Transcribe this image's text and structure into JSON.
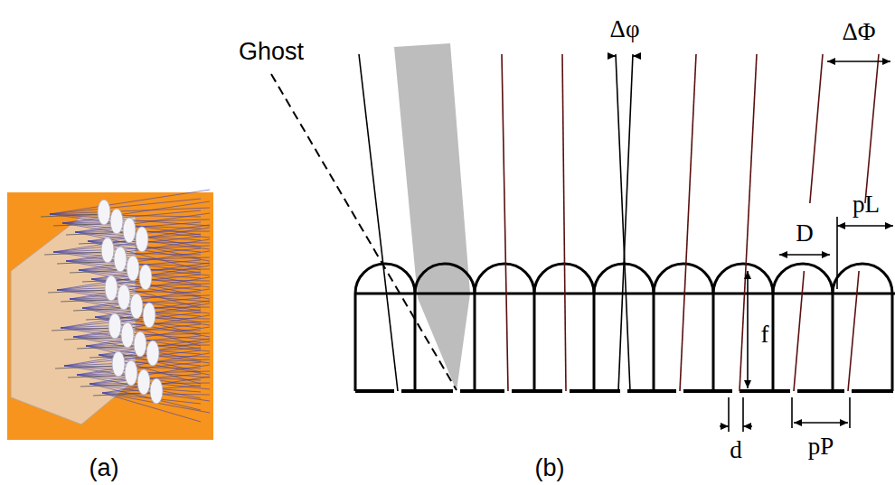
{
  "diagram": {
    "labels": [
      "Ghost",
      "Δφ",
      "ΔΦ",
      "D",
      "pL",
      "f",
      "d",
      "pP",
      "(a)",
      "(b)"
    ]
  }
}
